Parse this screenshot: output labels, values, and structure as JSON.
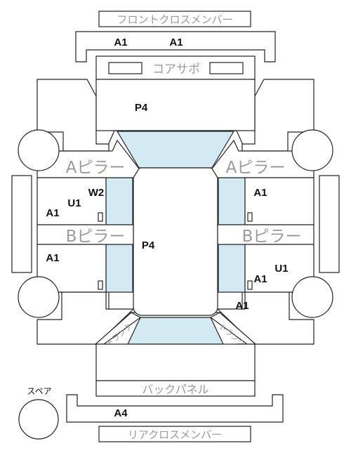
{
  "labels": {
    "front_cross_member": "フロントクロスメンバー",
    "core_support": "コアサポ",
    "a_pillar": "Aピラー",
    "b_pillar": "Bピラー",
    "back_panel": "バックパネル",
    "rear_cross_member": "リアクロスメンバー",
    "spare": "スペア",
    "trunk": "トランク"
  },
  "grades": {
    "front_member_left": "A1",
    "front_member_right": "A1",
    "hood": "P4",
    "roof": "P4",
    "front_left_door_w": "W2",
    "front_left_door_u": "U1",
    "front_left_door_a": "A1",
    "front_right_door": "A1",
    "rear_left_door": "A1",
    "rear_right_door_u": "U1",
    "rear_right_door_a": "A1",
    "rear_right_quarter": "A1",
    "rear_member": "A4"
  },
  "colors": {
    "line": "#222222",
    "glass": "#d3eaf2",
    "label_gray": "#9a9a9a"
  }
}
